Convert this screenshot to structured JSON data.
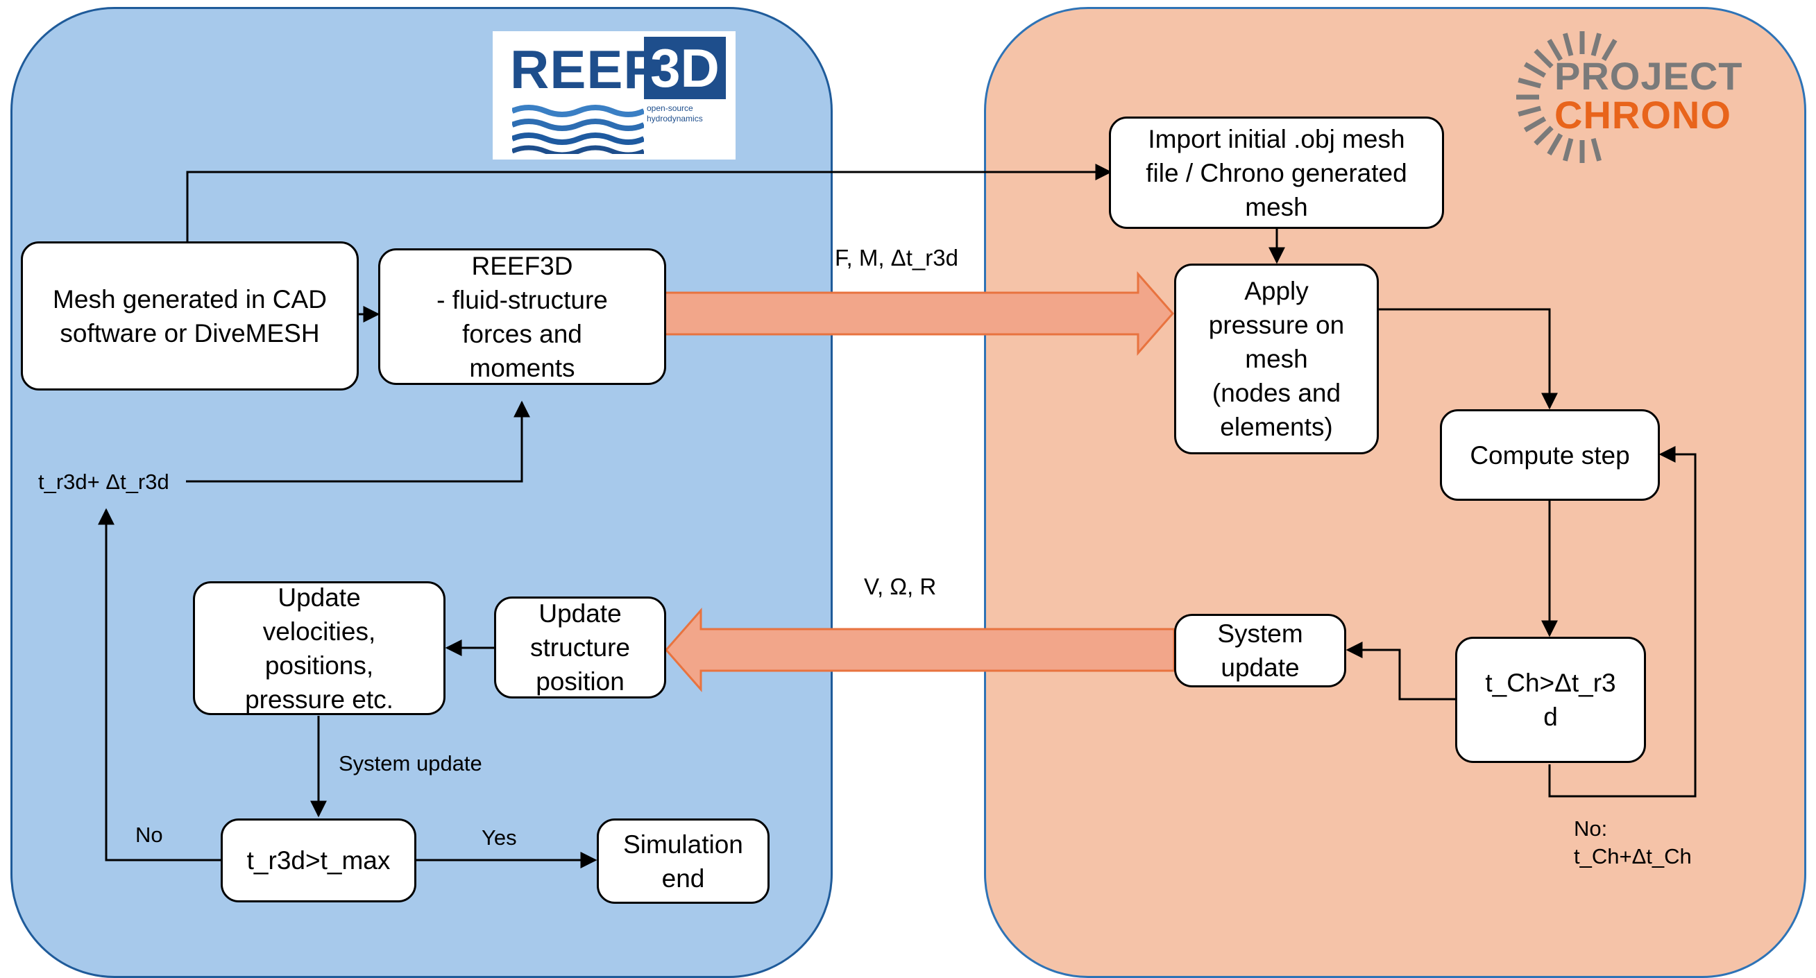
{
  "logos": {
    "reef3d": {
      "word": "REEF",
      "suffix": "3D",
      "tagline": "open-source\nhydrodynamics"
    },
    "chrono": {
      "line1": "PROJECT",
      "line2": "CHRONO"
    }
  },
  "colors": {
    "reef_panel": "#a7c9eb",
    "chrono_panel": "#f5c3a8",
    "big_arrow_fill": "#f2a68a",
    "big_arrow_border": "#e8733f",
    "reef_brand": "#1e4e8c",
    "chrono_orange": "#e8641b"
  },
  "boxes": {
    "mesh_cad": "Mesh generated in CAD\nsoftware or DiveMESH",
    "reef3d_forces": "REEF3D\n- fluid-structure\nforces and\nmoments",
    "import_mesh": "Import initial .obj mesh\nfile / Chrono generated\nmesh",
    "apply_pressure": "Apply\npressure on\nmesh\n(nodes and\nelements)",
    "compute_step": "Compute step",
    "t_ch_check": "t_Ch>Δt_r3\nd",
    "system_update_chrono": "System\nupdate",
    "update_structure": "Update\nstructure\nposition",
    "update_velocities": "Update\nvelocities,\npositions,\npressure etc.",
    "t_r3d_check": "t_r3d>t_max",
    "simulation_end": "Simulation\nend"
  },
  "labels": {
    "f_m_dt": "F, M, Δt_r3d",
    "v_omega_r": "V, Ω, R",
    "t_r3d_increment": "t_r3d+ Δt_r3d",
    "system_update": "System update",
    "no": "No",
    "yes": "Yes",
    "no_t_ch": "No:\nt_Ch+Δt_Ch"
  }
}
